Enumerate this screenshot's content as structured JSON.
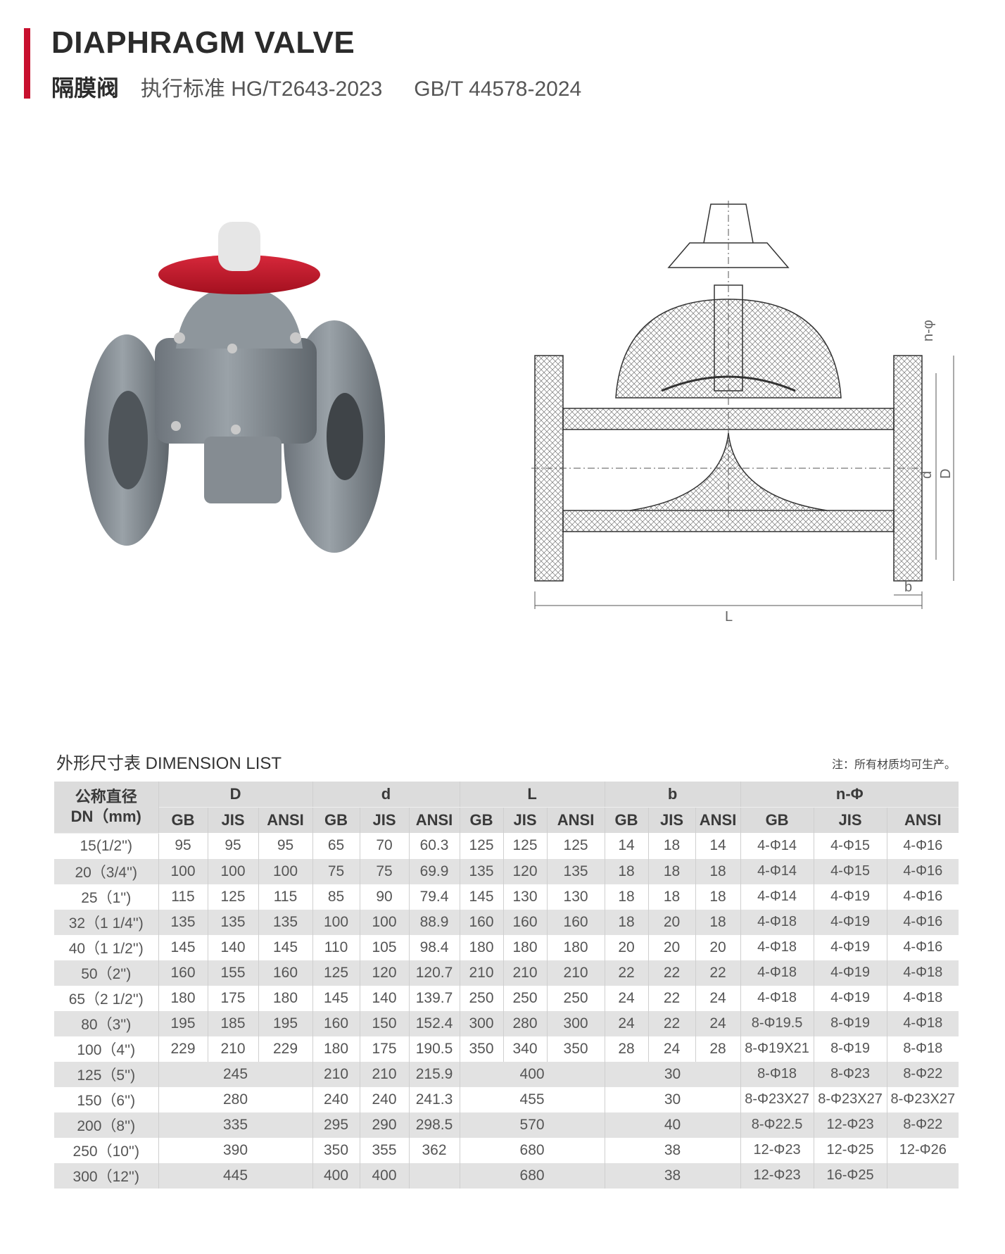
{
  "header": {
    "title": "DIAPHRAGM VALVE",
    "subtitle_cn": "隔膜阀",
    "standard_1": "执行标准 HG/T2643-2023",
    "standard_2": "GB/T 44578-2024"
  },
  "drawing": {
    "labels": {
      "n_phi": "n-φ",
      "d": "d",
      "D": "D",
      "b": "b",
      "L": "L"
    }
  },
  "table_section": {
    "title": "外形尺寸表  DIMENSION LIST",
    "note": "注：所有材质均可生产。"
  },
  "table": {
    "dn_header_line1": "公称直径",
    "dn_header_line2": "DN（mm)",
    "groups": [
      "D",
      "d",
      "L",
      "b",
      "n-Φ"
    ],
    "subheaders": [
      "GB",
      "JIS",
      "ANSI"
    ],
    "rows": [
      {
        "dn": "15(1/2'')",
        "D": [
          "95",
          "95",
          "95"
        ],
        "d": [
          "65",
          "70",
          "60.3"
        ],
        "L": [
          "125",
          "125",
          "125"
        ],
        "b": [
          "14",
          "18",
          "14"
        ],
        "n_phi": [
          "4-Φ14",
          "4-Φ15",
          "4-Φ16"
        ]
      },
      {
        "dn": "20（3/4'')",
        "D": [
          "100",
          "100",
          "100"
        ],
        "d": [
          "75",
          "75",
          "69.9"
        ],
        "L": [
          "135",
          "120",
          "135"
        ],
        "b": [
          "18",
          "18",
          "18"
        ],
        "n_phi": [
          "4-Φ14",
          "4-Φ15",
          "4-Φ16"
        ]
      },
      {
        "dn": "25（1'')",
        "D": [
          "115",
          "125",
          "115"
        ],
        "d": [
          "85",
          "90",
          "79.4"
        ],
        "L": [
          "145",
          "130",
          "130"
        ],
        "b": [
          "18",
          "18",
          "18"
        ],
        "n_phi": [
          "4-Φ14",
          "4-Φ19",
          "4-Φ16"
        ]
      },
      {
        "dn": "32（1 1/4'')",
        "D": [
          "135",
          "135",
          "135"
        ],
        "d": [
          "100",
          "100",
          "88.9"
        ],
        "L": [
          "160",
          "160",
          "160"
        ],
        "b": [
          "18",
          "20",
          "18"
        ],
        "n_phi": [
          "4-Φ18",
          "4-Φ19",
          "4-Φ16"
        ]
      },
      {
        "dn": "40（1 1/2'')",
        "D": [
          "145",
          "140",
          "145"
        ],
        "d": [
          "110",
          "105",
          "98.4"
        ],
        "L": [
          "180",
          "180",
          "180"
        ],
        "b": [
          "20",
          "20",
          "20"
        ],
        "n_phi": [
          "4-Φ18",
          "4-Φ19",
          "4-Φ16"
        ]
      },
      {
        "dn": "50（2'')",
        "D": [
          "160",
          "155",
          "160"
        ],
        "d": [
          "125",
          "120",
          "120.7"
        ],
        "L": [
          "210",
          "210",
          "210"
        ],
        "b": [
          "22",
          "22",
          "22"
        ],
        "n_phi": [
          "4-Φ18",
          "4-Φ19",
          "4-Φ18"
        ]
      },
      {
        "dn": "65（2 1/2'')",
        "D": [
          "180",
          "175",
          "180"
        ],
        "d": [
          "145",
          "140",
          "139.7"
        ],
        "L": [
          "250",
          "250",
          "250"
        ],
        "b": [
          "24",
          "22",
          "24"
        ],
        "n_phi": [
          "4-Φ18",
          "4-Φ19",
          "4-Φ18"
        ]
      },
      {
        "dn": "80（3'')",
        "D": [
          "195",
          "185",
          "195"
        ],
        "d": [
          "160",
          "150",
          "152.4"
        ],
        "L": [
          "300",
          "280",
          "300"
        ],
        "b": [
          "24",
          "22",
          "24"
        ],
        "n_phi": [
          "8-Φ19.5",
          "8-Φ19",
          "4-Φ18"
        ]
      },
      {
        "dn": "100（4'')",
        "D": [
          "229",
          "210",
          "229"
        ],
        "d": [
          "180",
          "175",
          "190.5"
        ],
        "L": [
          "350",
          "340",
          "350"
        ],
        "b": [
          "28",
          "24",
          "28"
        ],
        "n_phi": [
          "8-Φ19X21",
          "8-Φ19",
          "8-Φ18"
        ]
      },
      {
        "dn": "125（5'')",
        "D_merged": "245",
        "d": [
          "210",
          "210",
          "215.9"
        ],
        "L_merged": "400",
        "b_merged": "30",
        "n_phi": [
          "8-Φ18",
          "8-Φ23",
          "8-Φ22"
        ]
      },
      {
        "dn": "150（6'')",
        "D_merged": "280",
        "d": [
          "240",
          "240",
          "241.3"
        ],
        "L_merged": "455",
        "b_merged": "30",
        "n_phi": [
          "8-Φ23X27",
          "8-Φ23X27",
          "8-Φ23X27"
        ]
      },
      {
        "dn": "200（8'')",
        "D_merged": "335",
        "d": [
          "295",
          "290",
          "298.5"
        ],
        "L_merged": "570",
        "b_merged": "40",
        "n_phi": [
          "8-Φ22.5",
          "12-Φ23",
          "8-Φ22"
        ]
      },
      {
        "dn": "250（10'')",
        "D_merged": "390",
        "d": [
          "350",
          "355",
          "362"
        ],
        "L_merged": "680",
        "b_merged": "38",
        "n_phi": [
          "12-Φ23",
          "12-Φ25",
          "12-Φ26"
        ]
      },
      {
        "dn": "300（12'')",
        "D_merged": "445",
        "d": [
          "400",
          "400",
          ""
        ],
        "L_merged": "680",
        "b_merged": "38",
        "n_phi": [
          "12-Φ23",
          "16-Φ25",
          ""
        ]
      }
    ]
  }
}
